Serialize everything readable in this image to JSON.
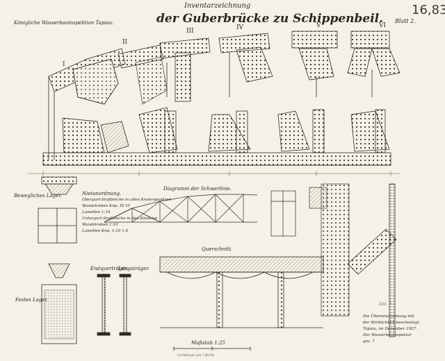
{
  "header": {
    "title_small": "Inventarzeichnung",
    "title_main": "der Guberbrücke zu Schippenbeil.",
    "office": "Königliche Wasserbauinspektion Tapiau.",
    "sheet_label": "Blatt 2.",
    "page_number": "16,83"
  },
  "node_labels": [
    "I",
    "II",
    "III",
    "IV",
    "V",
    "VI"
  ],
  "labels": {
    "bearing_fixed": "Bewegliches Lager.",
    "bearing_fixed2": "Festes Lager.",
    "diagram_title": "Diagramm der Schwerlinie.",
    "cross_section": "Querschnitt.",
    "end_beam": "Endquerträger.",
    "stringer": "Längsträger.",
    "scale": "Maßstab 1:25"
  },
  "notes": {
    "heading": "Nietanordnung.",
    "lines": [
      "Obergurt-Stoßbleche in allen Knotenpunkten",
      "Wandstreben Knp. III VI",
      "Lamellen       1:10",
      "Untergurt-Stoßbleche in den Knotenp.",
      "Wandstreben 1:10",
      "Lamellen Knp. 1:10 1:5"
    ]
  },
  "signature": {
    "lines": [
      "Die Übereinstimmung mit",
      "der Wirklichkeit bescheinigt.",
      "Tapiau, im Dezember 1927.",
      "Der Wasserbauinspektor",
      "gez. ?"
    ]
  },
  "stamp_text": "Abt. ?",
  "printer_line": "Lichtdruck von ? Berlin"
}
